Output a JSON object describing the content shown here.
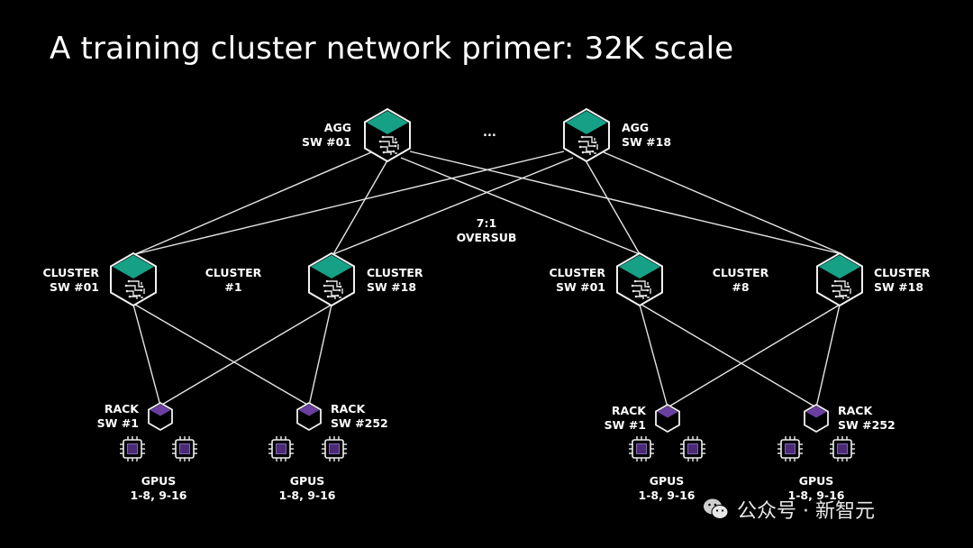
{
  "title": "A training cluster network primer: 32K scale",
  "agg": [
    {
      "line1": "AGG",
      "line2": "SW #01"
    },
    {
      "line1": "AGG",
      "line2": "SW #18"
    }
  ],
  "agg_ellipsis": "...",
  "oversub": {
    "line1": "7:1",
    "line2": "OVERSUB"
  },
  "clusters": [
    {
      "name_line1": "CLUSTER",
      "name_line2": "#1",
      "sw_left": {
        "line1": "CLUSTER",
        "line2": "SW #01"
      },
      "sw_right": {
        "line1": "CLUSTER",
        "line2": "SW #18"
      },
      "rack_left": {
        "line1": "RACK",
        "line2": "SW #1"
      },
      "rack_right": {
        "line1": "RACK",
        "line2": "SW #252"
      },
      "gpus_left": {
        "line1": "GPUS",
        "line2": "1-8, 9-16"
      },
      "gpus_right": {
        "line1": "GPUS",
        "line2": "1-8, 9-16"
      }
    },
    {
      "name_line1": "CLUSTER",
      "name_line2": "#8",
      "sw_left": {
        "line1": "CLUSTER",
        "line2": "SW #01"
      },
      "sw_right": {
        "line1": "CLUSTER",
        "line2": "SW #18"
      },
      "rack_left": {
        "line1": "RACK",
        "line2": "SW #1"
      },
      "rack_right": {
        "line1": "RACK",
        "line2": "SW #252"
      },
      "gpus_left": {
        "line1": "GPUS",
        "line2": "1-8, 9-16"
      },
      "gpus_right": {
        "line1": "GPUS",
        "line2": "1-8, 9-16"
      }
    }
  ],
  "watermark": "公众号 · 新智元",
  "colors": {
    "background": "#000000",
    "switch_top": "#16a085",
    "rack_top": "#6a3fa0",
    "gpu_die": "#4b2a78",
    "line": "#e6e6e6"
  }
}
